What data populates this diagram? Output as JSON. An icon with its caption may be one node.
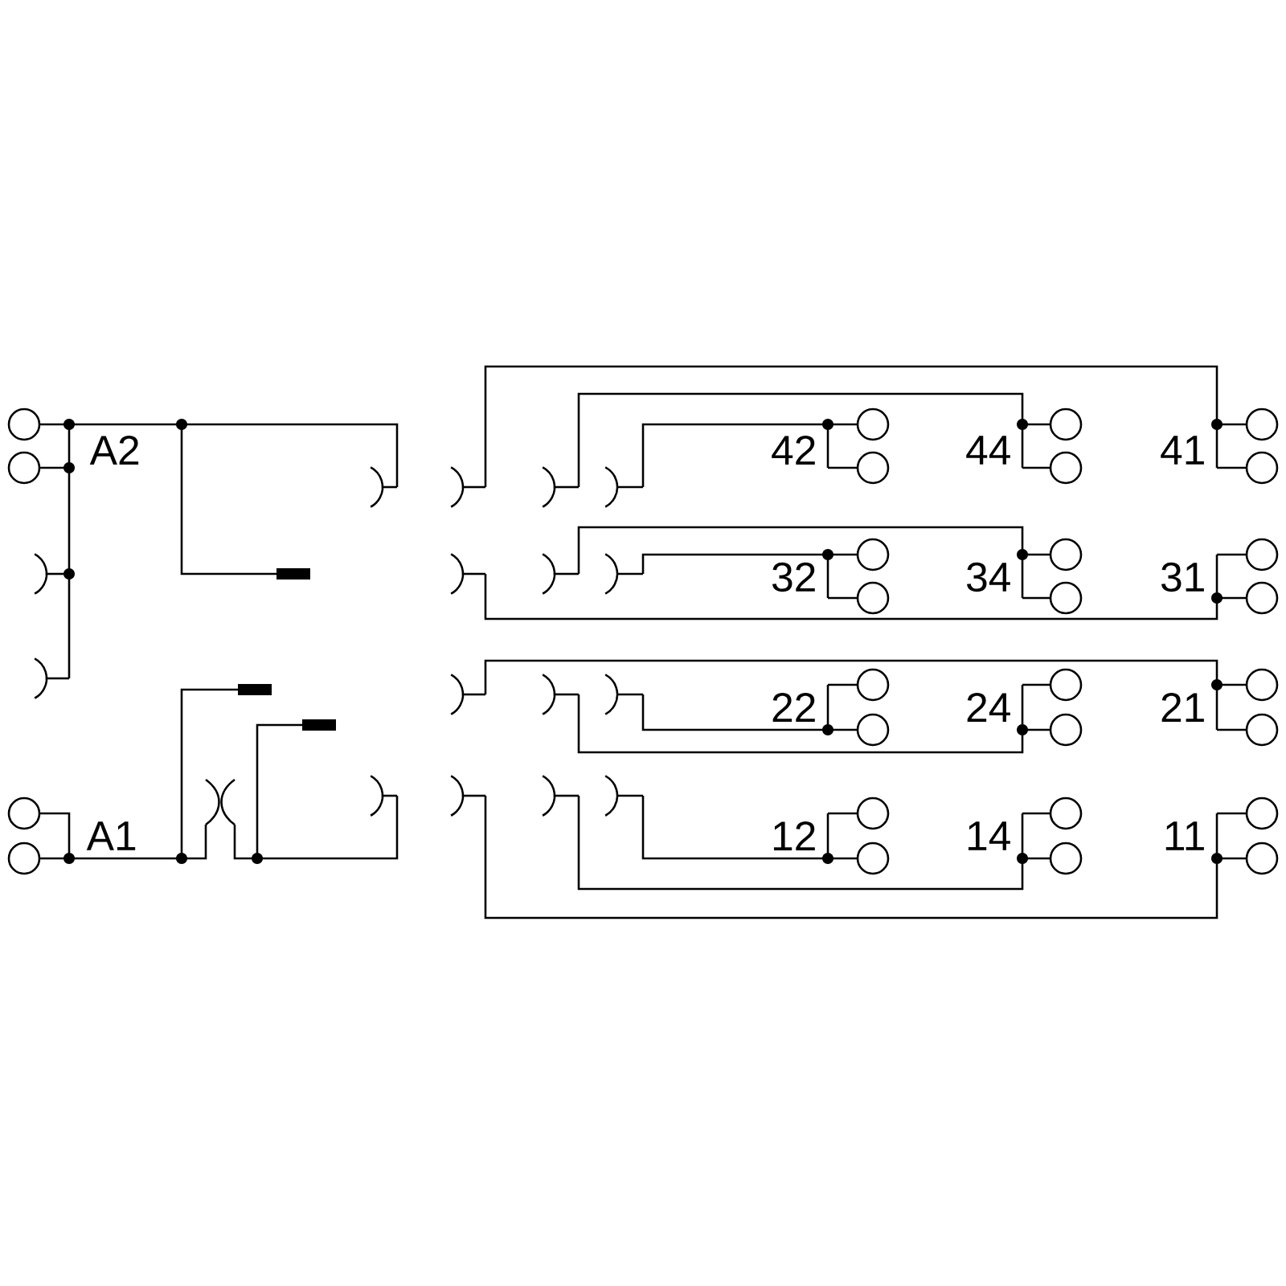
{
  "diagram": {
    "labels": [
      "A2",
      "42",
      "44",
      "41",
      "32",
      "34",
      "31",
      "22",
      "24",
      "21",
      "A1",
      "12",
      "14",
      "11"
    ]
  }
}
